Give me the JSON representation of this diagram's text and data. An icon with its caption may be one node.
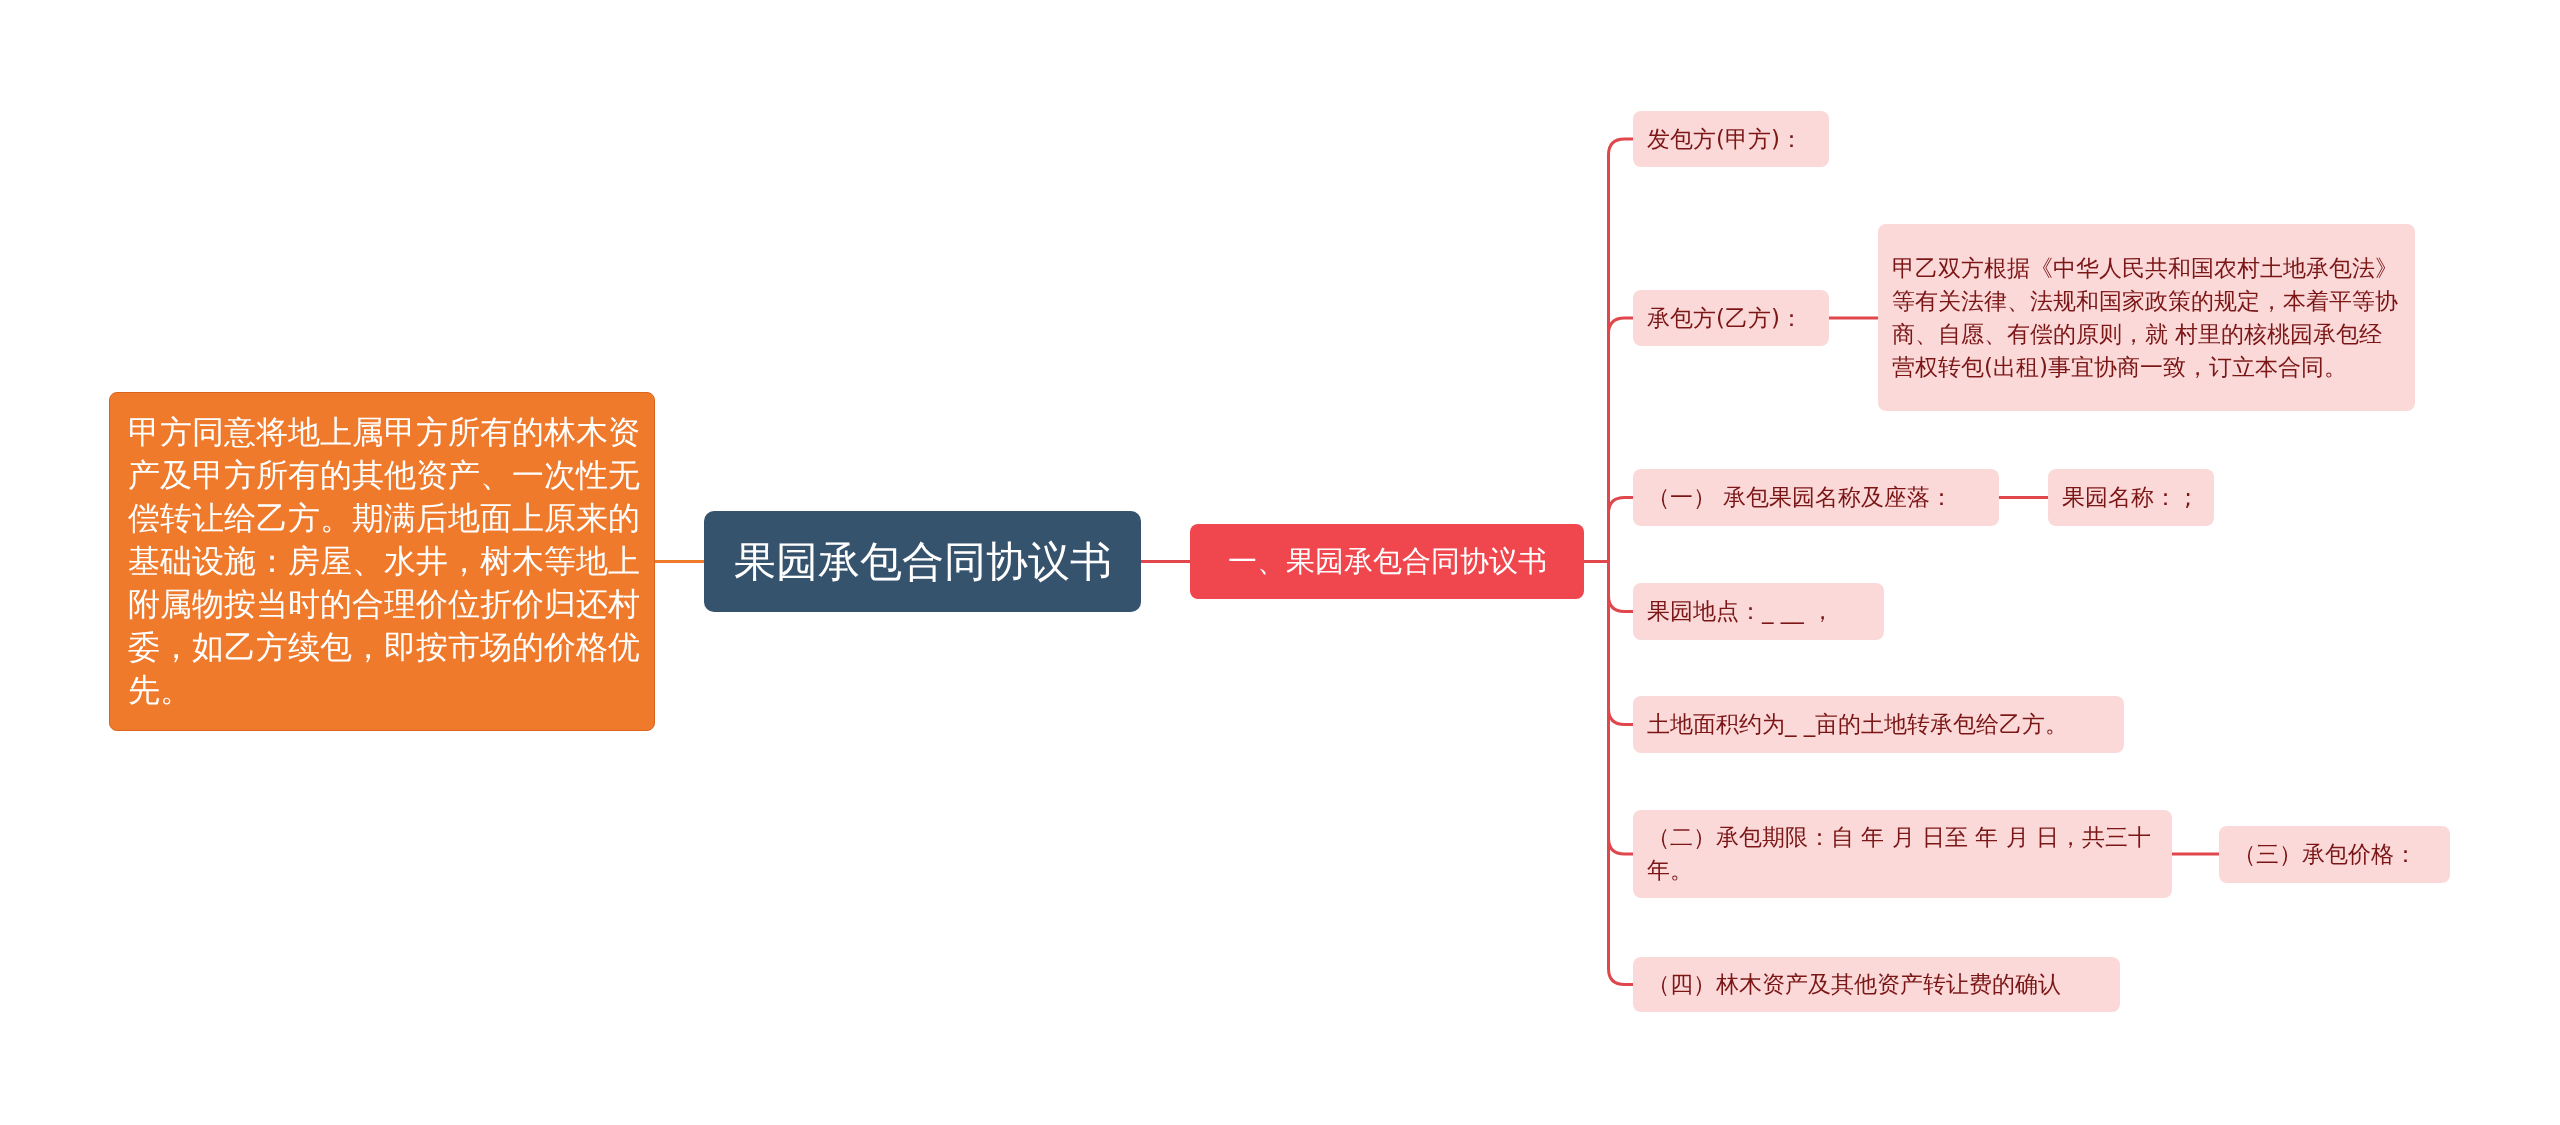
{
  "diagram": {
    "nodes": [
      {
        "text": [
          "果园承包合同协议书"
        ]
      },
      {
        "text": [
          "甲方同意将地上属甲方所有的林木资产及甲方所有的其他资产、一次性无偿转让给乙方。期满后地面上原来的基础设施：房屋、水井，树木等地上附属物按当时的合理价位折价归还村委，如乙方续包，即按市场的价格优先。"
        ]
      },
      {
        "text": [
          "一、果园承包合同协议书"
        ]
      },
      {
        "text": [
          "发包方(甲方)："
        ]
      },
      {
        "text": [
          "承包方(乙方)："
        ]
      },
      {
        "text": [
          "甲乙双方根据《中华人民共和国农村土地承包法》等有关法律、法规和国家政策的规定，本着平等协商、自愿、有偿的原则，就 村里的核桃园承包经营权转包(出租)事宜协商一致，订立本合同。"
        ]
      },
      {
        "text": [
          "（一） 承包果园名称及座落："
        ]
      },
      {
        "text": [
          "果园名称： ;"
        ]
      },
      {
        "text": [
          "果园地点：_ __ ，"
        ]
      },
      {
        "text": [
          "土地面积约为_ _亩的土地转承包给乙方。"
        ]
      },
      {
        "text": [
          "（二）承包期限：自 年 月 日至 年 月 日，共三十年。"
        ]
      },
      {
        "text": [
          "（三）承包价格："
        ]
      },
      {
        "text": [
          "（四）林木资产及其他资产转让费的确认"
        ]
      }
    ],
    "edges": [
      {
        "from": 0,
        "to": 1,
        "arrow": "none",
        "color": "#f07a2c"
      },
      {
        "from": 0,
        "to": 2,
        "arrow": "none"
      },
      {
        "from": 2,
        "to": 3,
        "arrow": "none"
      },
      {
        "from": 2,
        "to": 4,
        "arrow": "none"
      },
      {
        "from": 4,
        "to": 5,
        "arrow": "none"
      },
      {
        "from": 2,
        "to": 6,
        "arrow": "none"
      },
      {
        "from": 6,
        "to": 7,
        "arrow": "none"
      },
      {
        "from": 2,
        "to": 8,
        "arrow": "none"
      },
      {
        "from": 2,
        "to": 9,
        "arrow": "none"
      },
      {
        "from": 2,
        "to": 10,
        "arrow": "none"
      },
      {
        "from": 10,
        "to": 11,
        "arrow": "none"
      },
      {
        "from": 2,
        "to": 12,
        "arrow": "none"
      }
    ]
  }
}
